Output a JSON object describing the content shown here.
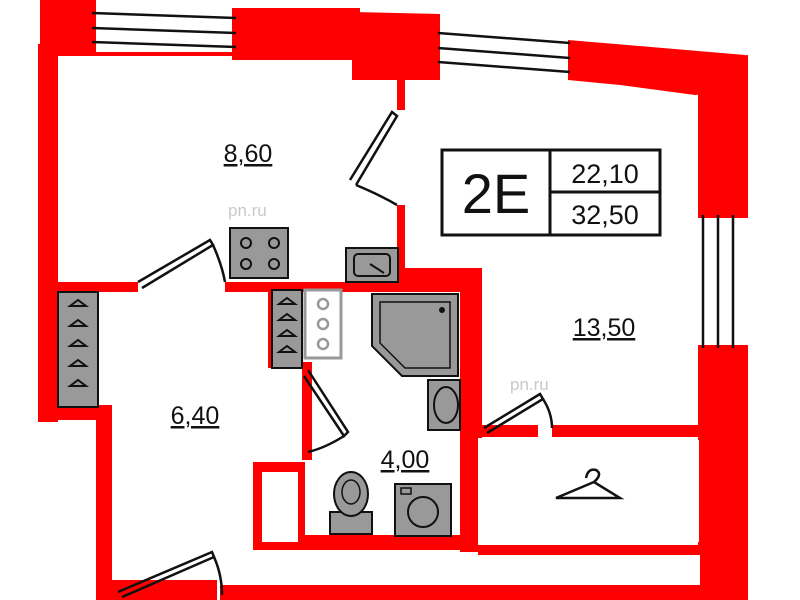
{
  "colors": {
    "wall": "#ff0000",
    "fixture": "#999999",
    "line": "#111111",
    "floor": "#ffffff"
  },
  "badge": {
    "code": "2E",
    "living_area": "22,10",
    "total_area": "32,50"
  },
  "rooms": {
    "kitchen": {
      "area": "8,60"
    },
    "living_room": {
      "area": "13,50"
    },
    "hallway": {
      "area": "6,40"
    },
    "bathroom": {
      "area": "4,00"
    }
  },
  "watermarks": [
    "pn.ru",
    "pn.ru"
  ],
  "icons": [
    "stove-icon",
    "sink-icon",
    "shower-icon",
    "washbasin-icon",
    "toilet-icon",
    "washing-machine-icon",
    "wardrobe-icon",
    "hanger-icon",
    "door-icon",
    "window-icon"
  ]
}
